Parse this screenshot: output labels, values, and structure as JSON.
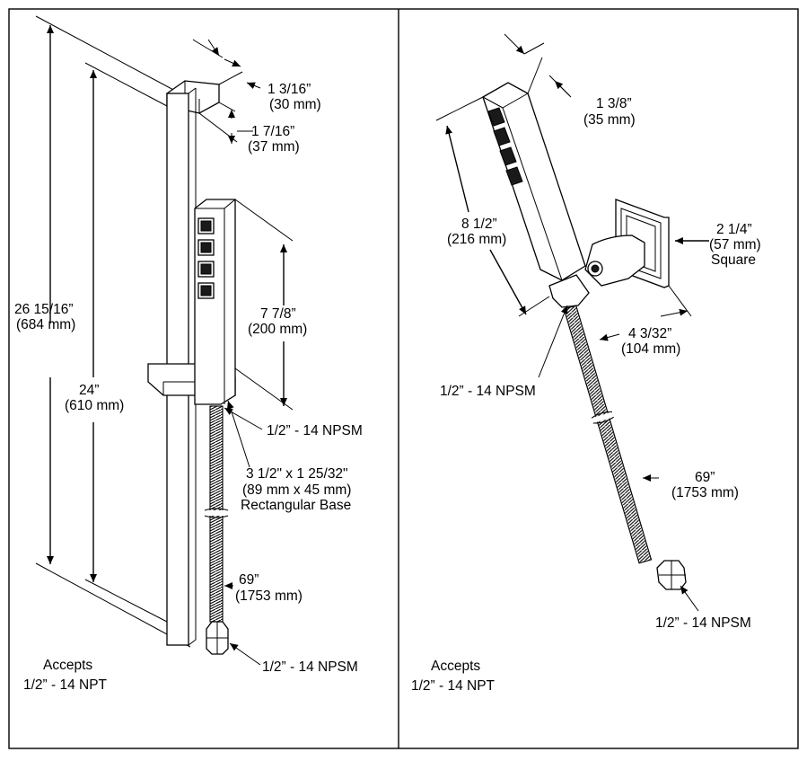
{
  "left": {
    "bar_width": [
      "1 3/16”",
      "(30 mm)"
    ],
    "bar_depth": [
      "1 7/16”",
      "(37 mm)"
    ],
    "overall_height": [
      "26 15/16”",
      "(684 mm)"
    ],
    "mount_spacing": [
      "24”",
      "(610 mm)"
    ],
    "handshower_length": [
      "7 7/8”",
      "(200 mm)"
    ],
    "top_connection": "1/2” - 14 NPSM",
    "base": [
      "3 1/2\" x 1 25/32\"",
      "(89 mm x 45 mm)",
      "Rectangular Base"
    ],
    "hose_length": [
      "69”",
      "(1753 mm)"
    ],
    "bottom_connection": "1/2” - 14 NPSM",
    "accepts": [
      "Accepts",
      "1/2” - 14 NPT"
    ]
  },
  "right": {
    "handshower_width": [
      "1 3/8”",
      "(35 mm)"
    ],
    "handshower_length": [
      "8 1/2”",
      "(216 mm)"
    ],
    "flange": [
      "2 1/4”",
      "(57 mm)",
      "Square"
    ],
    "projection": [
      "4 3/32”",
      "(104 mm)"
    ],
    "top_connection": "1/2” - 14 NPSM",
    "hose_length": [
      "69”",
      "(1753 mm)"
    ],
    "bottom_connection": "1/2” - 14 NPSM",
    "accepts": [
      "Accepts",
      "1/2” - 14 NPT"
    ]
  }
}
